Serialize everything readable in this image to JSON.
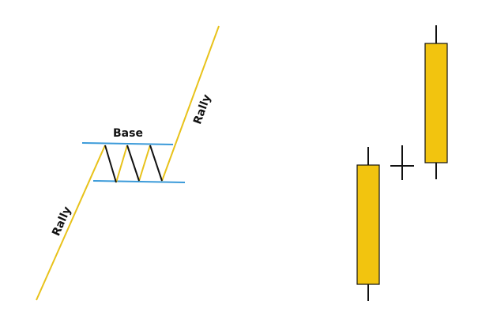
{
  "labels": {
    "rally_lower": "Rally",
    "rally_upper": "Rally",
    "base": "Base"
  },
  "colors": {
    "rally_line": "#e8c21a",
    "channel_line": "#3a9ad9",
    "zigzag": "#111111",
    "candle_body": "#f2c40f",
    "candle_border": "#111111",
    "background": "#ffffff"
  }
}
